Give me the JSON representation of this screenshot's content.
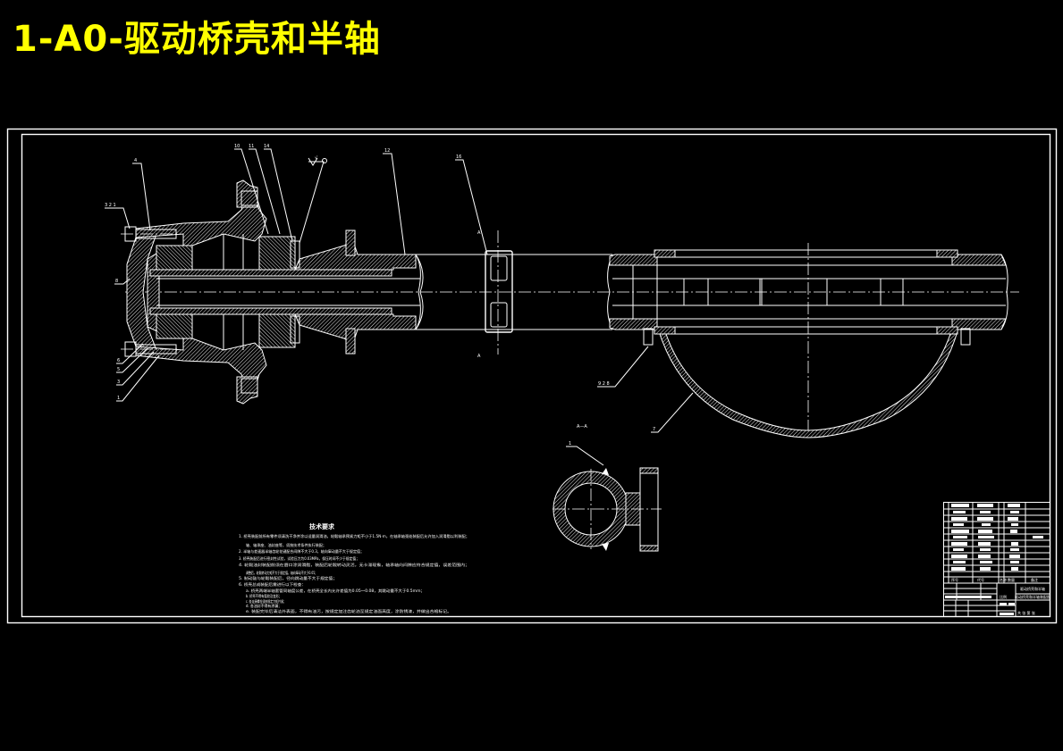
{
  "title": "1-A0-驱动桥壳和半轴",
  "colors": {
    "background": "#000000",
    "title": "#ffff00",
    "linework": "#ffffff"
  },
  "drawing": {
    "part_labels": {
      "top_left_bolt": "4",
      "top_nut_group": "3 2 1",
      "hub_cap": "8",
      "bottom_1": "6",
      "bottom_2": "5",
      "bottom_3": "3",
      "bottom_4": "1",
      "bearing_a": "10",
      "bearing_b": "11",
      "seal": "14",
      "surface_mark": "√",
      "axle_tube": "12",
      "clamp": "16",
      "housing_bolts": "9 2 8",
      "housing_shell": "7",
      "section_a_top": "A",
      "section_a_bottom": "A"
    },
    "section_view": {
      "label": "A—A",
      "leader_mark": "1"
    },
    "technical_requirements": {
      "heading": "技术要求",
      "lines": [
        "1. 桥壳装配前所有零件须清洗干净并涂以适量润滑油，轮毂轴承预紧力矩不小于1.5N·m，在轴承轴颈处装配后允许加入润滑脂以利装配；",
        "   轴、轴承座、油封座等，须按技术条件执行装配；",
        "2. 半轴与差速器半轴齿轮花键配合间隙不大于0.3，轴向窜动量不大于规定值；",
        "3. 桥壳装配后进行密封性试验，试验压力为0.03MPa，保压时间不少于规定值；",
        "4. 轮毂油封装配前须在唇口涂润滑脂，装配后轮毂转动灵活，无卡滞现象，轴承轴向间隙应符合规定值，误差范围内；",
        "   调整后，轮毂转动力矩不大于规定值，轴向窜动不大于0.05；",
        "5. 制动鼓与轮毂装配后，径向跳动量不大于规定值；",
        "6. 桥壳总成装配后需进行以下检查：",
        "   a. 桥壳两端半轴套管同轴度公差，在桥壳全长内允许差值为0.05～0.08，其跳动量不大于0.5mm；",
        "   b. 桥壳不得有裂纹及变形；",
        "   c. 各连接螺栓须按规定力矩拧紧；",
        "   d. 各油封不得有渗漏；",
        "   e. 装配完毕后清洁外表面，不得有油污，按规定加注齿轮油至规定油面高度，涂防锈漆，并做出合格标记。"
      ]
    },
    "title_block": {
      "header_row": [
        "序号",
        "代号",
        "名称",
        "数量",
        "备注"
      ],
      "drawing_name": "驱动桥壳和半轴",
      "school_line": "驱动桥壳和半轴装配图",
      "scale_label": "比例",
      "sheet_label": "共 张 第 张"
    }
  }
}
